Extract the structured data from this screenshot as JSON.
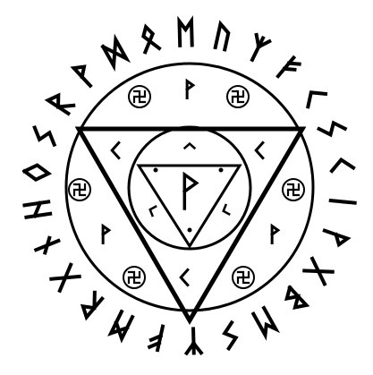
{
  "figure": {
    "kind": "runic-talisman",
    "ink_color": "#000000",
    "background_color": "#ffffff",
    "outer_rune_ring": [
      "wunjo",
      "dagaz",
      "othala",
      "ehwaz",
      "uruz",
      "algiz",
      "fehu",
      "kaunan",
      "sowilo",
      "kaunan",
      "isa",
      "wunjo",
      "gebo",
      "berkano",
      "ehwaz",
      "sowilo",
      "algiz",
      "fehu",
      "mannaz",
      "raidho",
      "gebo",
      "nauthiz",
      "hagalaz",
      "ingwaz",
      "sowilo",
      "raidho"
    ],
    "inner_ring_runes": [
      "wunjo",
      "kaunan",
      "kaunan",
      "wunjo",
      "kaunan",
      "wunjo"
    ],
    "swastika_roundels": 6,
    "center_rune": "wunjo",
    "inner_triangle_marks": 3
  }
}
